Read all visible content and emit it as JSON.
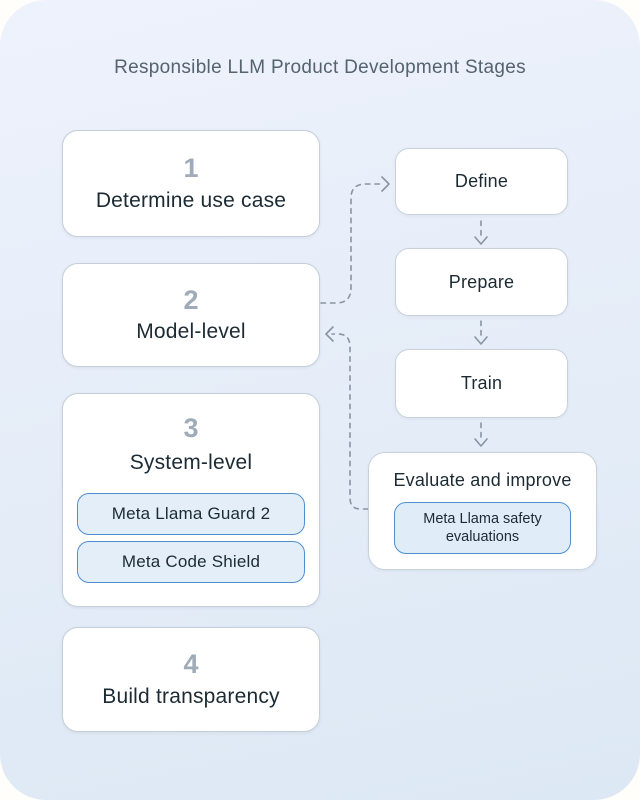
{
  "title": "Responsible LLM Product Development Stages",
  "stages": [
    {
      "number": "1",
      "label": "Determine use case"
    },
    {
      "number": "2",
      "label": "Model-level"
    },
    {
      "number": "3",
      "label": "System-level",
      "chips": [
        "Meta Llama Guard 2",
        "Meta Code Shield"
      ]
    },
    {
      "number": "4",
      "label": "Build transparency"
    }
  ],
  "pipeline": [
    {
      "label": "Define"
    },
    {
      "label": "Prepare"
    },
    {
      "label": "Train"
    },
    {
      "label": "Evaluate and improve",
      "chips": [
        "Meta Llama safety evaluations"
      ]
    }
  ],
  "connectors": {
    "model_to_define": "Model-level to Define",
    "evaluate_to_model": "Evaluate and improve to Model-level",
    "pipeline_flow": "Define to Prepare to Train to Evaluate and improve"
  },
  "colors": {
    "background_top": "#eef2fc",
    "background_bottom": "#dce8f4",
    "box_fill": "#ffffff",
    "box_border": "#c5cfd9",
    "chip_fill": "#e3eef9",
    "chip_border": "#4e8fd0",
    "connector": "#8995a1",
    "stage_number": "#9fabb8",
    "text": "#1c2b33",
    "title": "#54636f"
  }
}
